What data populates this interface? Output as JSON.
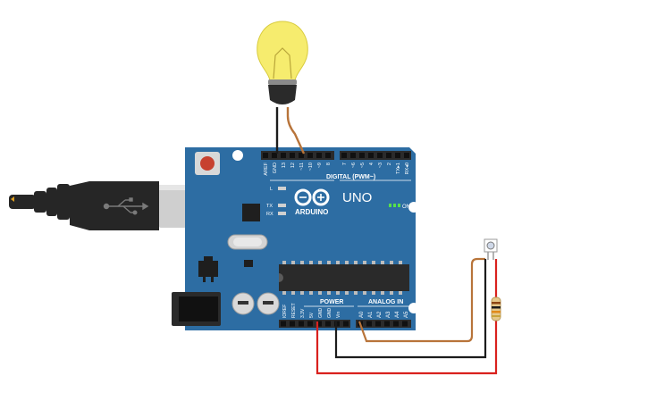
{
  "canvas": {
    "background": "#ffffff"
  },
  "colors": {
    "board": "#2d6da3",
    "board_dark": "#1f5487",
    "board_text": "#ffffff",
    "header": "#2b2b2b",
    "wire_brown": "#b8743a",
    "wire_black": "#1c1c1c",
    "wire_red": "#d9211e",
    "bulb_glass": "#f6ec6e",
    "bulb_base": "#2a2a2a",
    "usb_plug": "#262626",
    "usb_metal": "#cfcfcf",
    "led_on": "#57e04a",
    "reset_button": "#c7412f"
  },
  "board": {
    "brand": "ARDUINO",
    "model": "UNO",
    "digital_label": "DIGITAL (PWM~)",
    "power_label": "POWER",
    "analog_label": "ANALOG IN",
    "on_label": "ON",
    "led_labels": [
      "L",
      "TX",
      "RX"
    ],
    "digital_pins_left": [
      "AREF",
      "GND",
      "13",
      "12",
      "~11",
      "~10",
      "~9",
      "8"
    ],
    "digital_pins_right": [
      "7",
      "~6",
      "~5",
      "4",
      "~3",
      "2",
      "TX▸1",
      "RX◂0"
    ],
    "power_pins": [
      "IOREF",
      "RESET",
      "3.3V",
      "5V",
      "GND",
      "GND",
      "Vin"
    ],
    "analog_pins": [
      "A0",
      "A1",
      "A2",
      "A3",
      "A4",
      "A5"
    ]
  },
  "icons": {
    "usb": "usb-trident-icon",
    "bulb": "lightbulb-icon",
    "sensor": "phototransistor-icon",
    "resistor": "resistor-icon",
    "power_jack": "barrel-jack-icon",
    "capacitor": "electrolytic-capacitor-icon"
  }
}
